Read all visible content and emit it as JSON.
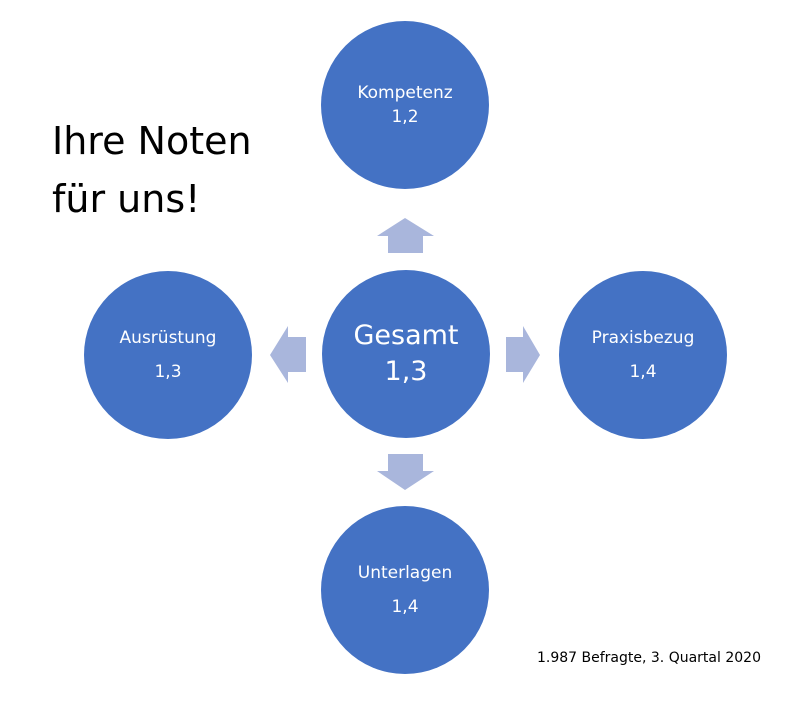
{
  "title": {
    "line1": "Ihre Noten",
    "line2": "für uns!"
  },
  "nodes": {
    "center": {
      "label": "Gesamt",
      "value": "1,3"
    },
    "top": {
      "label": "Kompetenz",
      "value": "1,2"
    },
    "left": {
      "label": "Ausrüstung",
      "value": "1,3"
    },
    "right": {
      "label": "Praxisbezug",
      "value": "1,4"
    },
    "bottom": {
      "label": "Unterlagen",
      "value": "1,4"
    }
  },
  "footnote": "1.987 Befragte, 3. Quartal 2020",
  "colors": {
    "circle": "#4472c4",
    "arrow": "#a9b6dc"
  }
}
